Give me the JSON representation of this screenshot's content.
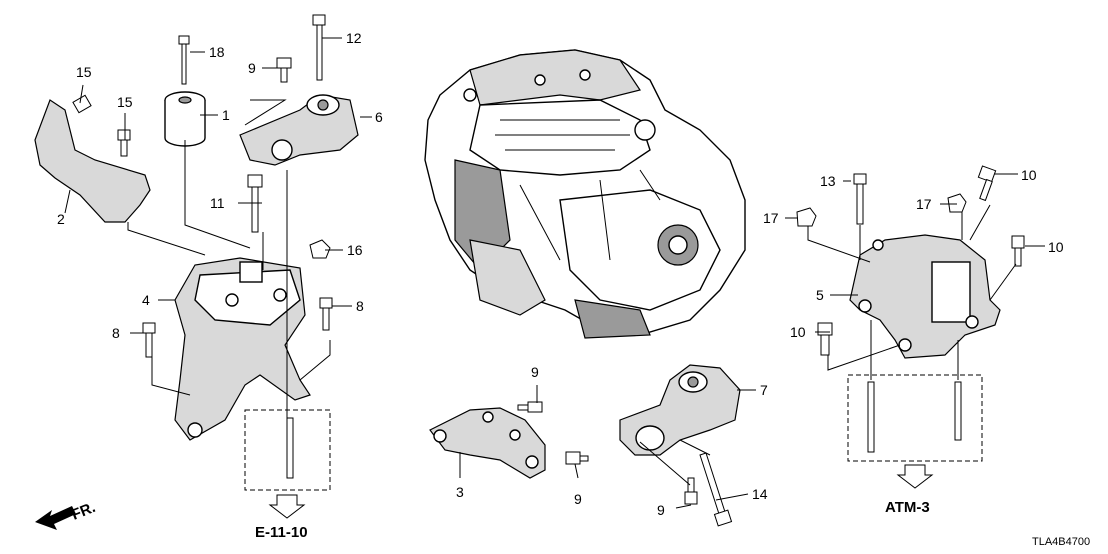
{
  "diagram": {
    "code": "TLA4B4700",
    "direction_label": "FR.",
    "references": {
      "left": "E-11-10",
      "right": "ATM-3"
    },
    "callouts": [
      {
        "id": "c1",
        "text": "1"
      },
      {
        "id": "c2",
        "text": "2"
      },
      {
        "id": "c3",
        "text": "3"
      },
      {
        "id": "c4",
        "text": "4"
      },
      {
        "id": "c5",
        "text": "5"
      },
      {
        "id": "c6",
        "text": "6"
      },
      {
        "id": "c7",
        "text": "7"
      },
      {
        "id": "c8a",
        "text": "8"
      },
      {
        "id": "c8b",
        "text": "8"
      },
      {
        "id": "c9a",
        "text": "9"
      },
      {
        "id": "c9b",
        "text": "9"
      },
      {
        "id": "c9c",
        "text": "9"
      },
      {
        "id": "c9d",
        "text": "9"
      },
      {
        "id": "c10a",
        "text": "10"
      },
      {
        "id": "c10b",
        "text": "10"
      },
      {
        "id": "c10c",
        "text": "10"
      },
      {
        "id": "c11",
        "text": "11"
      },
      {
        "id": "c12",
        "text": "12"
      },
      {
        "id": "c13",
        "text": "13"
      },
      {
        "id": "c14",
        "text": "14"
      },
      {
        "id": "c15a",
        "text": "15"
      },
      {
        "id": "c15b",
        "text": "15"
      },
      {
        "id": "c16",
        "text": "16"
      },
      {
        "id": "c17a",
        "text": "17"
      },
      {
        "id": "c17b",
        "text": "17"
      },
      {
        "id": "c18",
        "text": "18"
      }
    ]
  }
}
